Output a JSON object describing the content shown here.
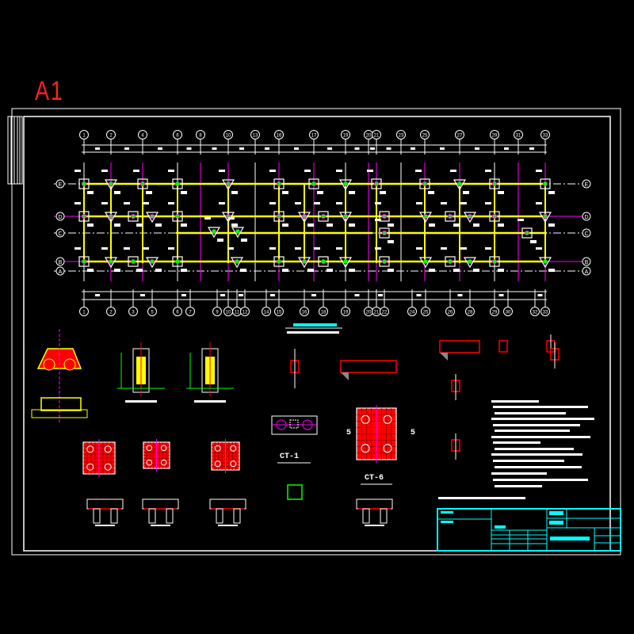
{
  "sheet": {
    "size_label": "A1"
  },
  "colors": {
    "frame": "#ffffff",
    "beam": "#ffff00",
    "axis_magenta": "#ff00ff",
    "rebar": "#ff0000",
    "stirrup": "#00ff00",
    "title_block": "#00ffff",
    "sheet_label": "#ff2020"
  },
  "plan": {
    "top_axes": [
      "1",
      "2",
      "4",
      "6",
      "8",
      "10",
      "13",
      "16",
      "17",
      "19",
      "20",
      "21",
      "23",
      "25",
      "27",
      "29",
      "31",
      "33"
    ],
    "bottom_axes": [
      "1",
      "2",
      "3",
      "5",
      "6",
      "7",
      "9",
      "10",
      "11",
      "12",
      "14",
      "15",
      "16",
      "18",
      "19",
      "20",
      "21",
      "22",
      "24",
      "25",
      "26",
      "28",
      "29",
      "30",
      "32",
      "33"
    ],
    "row_axes": [
      "E",
      "D",
      "C",
      "B",
      "A"
    ]
  },
  "details": {
    "cap_labels": [
      "CT-1",
      "CT-6"
    ],
    "section_marks": [
      "5",
      "5"
    ]
  }
}
